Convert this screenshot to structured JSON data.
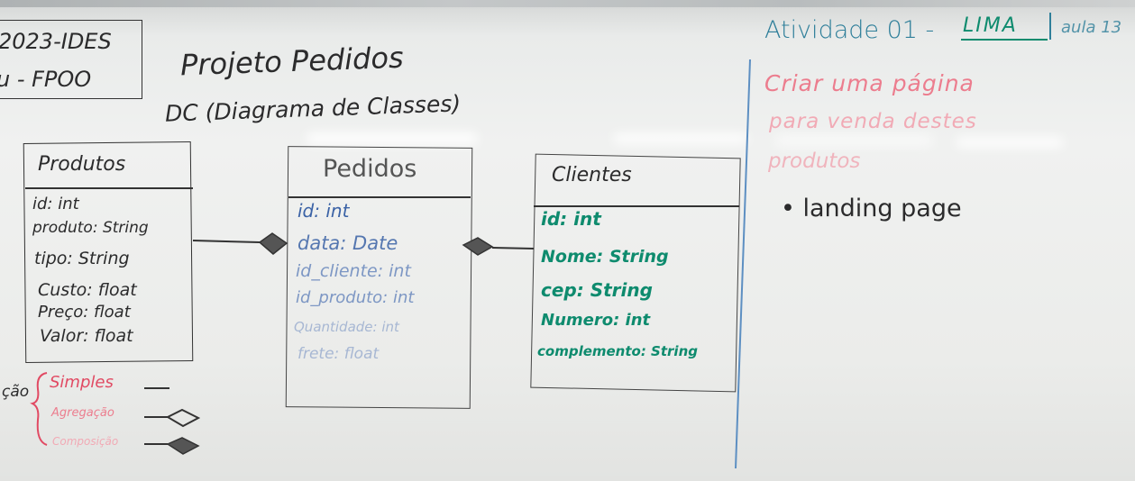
{
  "course": {
    "line1": "2023-IDES",
    "line2": "u - FPOO"
  },
  "project": {
    "title": "Projeto Pedidos",
    "subtitle": "DC (Diagrama de Classes)"
  },
  "classes": {
    "produtos": {
      "name": "Produtos",
      "attributes": [
        "id: int",
        "produto: String",
        "tipo: String",
        "Custo: float",
        "Preço: float",
        "Valor: float"
      ]
    },
    "pedidos": {
      "name": "Pedidos",
      "attributes": [
        "id: int",
        "data: Date",
        "id_cliente: int",
        "id_produto: int",
        "Quantidade: int",
        "frete: float"
      ]
    },
    "clientes": {
      "name": "Clientes",
      "attributes": [
        "id: int",
        "Nome: String",
        "cep: String",
        "Numero: int",
        "complemento: String"
      ]
    }
  },
  "legend": {
    "prefix": "ção",
    "items": [
      "Simples",
      "Agregação",
      "Composição"
    ]
  },
  "activity": {
    "title": "Atividade 01 -",
    "name": "LIMA",
    "lesson": "aula 13",
    "task_line1": "Criar uma página",
    "task_line2": "para venda destes",
    "task_line3": "produtos",
    "bullet": "• landing page"
  },
  "colors": {
    "marker_black": "#2b2b2c",
    "marker_blue": "#3b63a6",
    "marker_green": "#0e8b6e",
    "marker_red": "#e14a63",
    "marker_teal": "#2f7f9a",
    "board": "#eeefee"
  }
}
